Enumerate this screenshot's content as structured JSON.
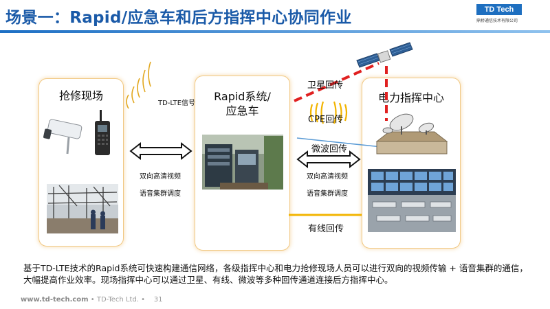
{
  "header": {
    "title": "场景一：Rapid/应急车和后方指挥中心协同作业",
    "logo_text": "TD Tech",
    "logo_subtext": "鼎桥通信技术有限公司"
  },
  "left_panel": {
    "title": "抢修现场"
  },
  "middle_panel": {
    "title_line1": "Rapid系统/",
    "title_line2": "应急车"
  },
  "right_panel": {
    "title": "电力指挥中心"
  },
  "links": {
    "lte_signal": "TD-LTE信号",
    "left_video": "双向高清视频",
    "left_voice": "语音集群调度",
    "right_video": "双向高清视频",
    "right_voice": "语音集群调度",
    "satellite": "卫星回传",
    "cpe": "CPE回传",
    "microwave": "微波回传",
    "wired": "有线回传"
  },
  "description": "基于TD-LTE技术的Rapid系统可快速构建通信网络，各级指挥中心和电力抢修现场人员可以进行双向的视频传输 + 语音集群的通信，大幅提高作业效率。现场指挥中心可以通过卫星、有线、微波等多种回传通道连接后方指挥中心。",
  "footer": {
    "url": "www.td-tech.com",
    "separator1": "•",
    "company": "TD-Tech Ltd.",
    "separator2": "•",
    "page": "31"
  },
  "colors": {
    "title": "#1a5aa8",
    "satellite_link": "#e02020",
    "cpe_wave": "#f2b400",
    "microwave_link": "#5b9bd5",
    "wired_link": "#f2b400",
    "panel_border": "#f1c882"
  }
}
